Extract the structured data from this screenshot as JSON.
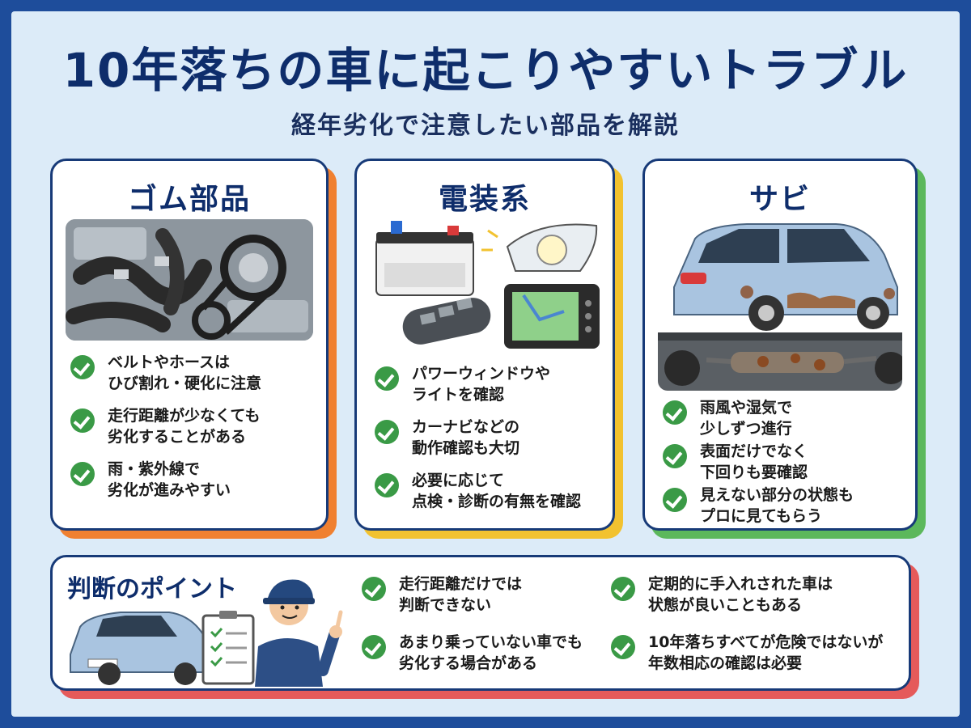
{
  "title": "10年落ちの車に起こりやすいトラブル",
  "subtitle": "経年劣化で注意したい部品を解説",
  "colors": {
    "background_frame": "#1e4d9b",
    "panel": "#dcebf8",
    "navy": "#0e2d6b",
    "check_green": "#3a9a46",
    "accent_orange": "#f08030",
    "accent_yellow": "#f2c230",
    "accent_green": "#5cb85c",
    "accent_red": "#e55a5a"
  },
  "cards": [
    {
      "title": "ゴム部品",
      "illustration": "engine-hoses-belt",
      "items": [
        "ベルトやホースは\nひび割れ・硬化に注意",
        "走行距離が少なくても\n劣化することがある",
        "雨・紫外線で\n劣化が進みやすい"
      ]
    },
    {
      "title": "電装系",
      "illustration": "battery-headlight-navi",
      "items": [
        "パワーウィンドウや\nライトを確認",
        "カーナビなどの\n動作確認も大切",
        "必要に応じて\n点検・診断の有無を確認"
      ]
    },
    {
      "title": "サビ",
      "illustration": "rusty-car-underbody",
      "items": [
        "雨風や湿気で\n少しずつ進行",
        "表面だけでなく\n下回りも要確認",
        "見えない部分の状態も\nプロに見てもらう"
      ]
    }
  ],
  "points": {
    "title": "判断のポイント",
    "illustration": "mechanic-with-checklist-and-car",
    "items": [
      "走行距離だけでは\n判断できない",
      "あまり乗っていない車でも\n劣化する場合がある",
      "定期的に手入れされた車は\n状態が良いこともある",
      "10年落ちすべてが危険ではないが\n年数相応の確認は必要"
    ]
  }
}
